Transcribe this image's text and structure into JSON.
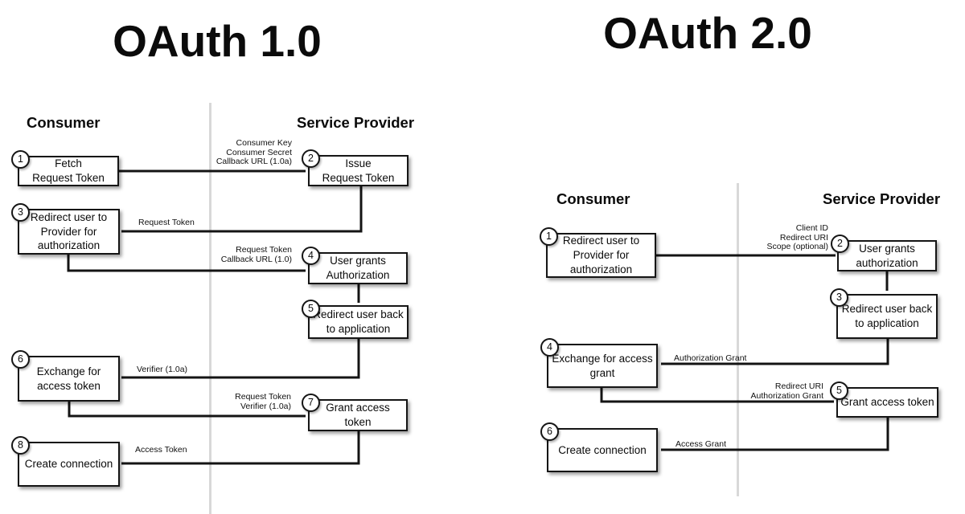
{
  "left": {
    "title": "OAuth 1.0",
    "consumer_heading": "Consumer",
    "provider_heading": "Service Provider",
    "boxes": [
      {
        "num": "1",
        "label": "Fetch\nRequest Token"
      },
      {
        "num": "2",
        "label": "Issue\nRequest Token"
      },
      {
        "num": "3",
        "label": "Redirect user to\nProvider for\nauthorization"
      },
      {
        "num": "4",
        "label": "User grants\nAuthorization"
      },
      {
        "num": "5",
        "label": "Redirect user back\nto application"
      },
      {
        "num": "6",
        "label": "Exchange for\naccess token"
      },
      {
        "num": "7",
        "label": "Grant access token"
      },
      {
        "num": "8",
        "label": "Create connection"
      }
    ],
    "labels": [
      "Consumer Key\nConsumer Secret\nCallback URL (1.0a)",
      "Request Token",
      "Request Token\nCallback URL (1.0)",
      "Verifier (1.0a)",
      "Request Token\nVerifier (1.0a)",
      "Access Token"
    ]
  },
  "right": {
    "title": "OAuth 2.0",
    "consumer_heading": "Consumer",
    "provider_heading": "Service Provider",
    "boxes": [
      {
        "num": "1",
        "label": "Redirect user to\nProvider for\nauthorization"
      },
      {
        "num": "2",
        "label": "User grants\nauthorization"
      },
      {
        "num": "3",
        "label": "Redirect user back\nto application"
      },
      {
        "num": "4",
        "label": "Exchange for access\ngrant"
      },
      {
        "num": "5",
        "label": "Grant access token"
      },
      {
        "num": "6",
        "label": "Create connection"
      }
    ],
    "labels": [
      "Client ID\nRedirect URI\nScope (optional)",
      "Authorization Grant",
      "Redirect URI\nAuthorization Grant",
      "Access Grant"
    ]
  },
  "colors": {
    "wire": "#141414",
    "divider": "#d8d8d8",
    "box_bg": "#ffffff",
    "box_border": "#151515"
  }
}
